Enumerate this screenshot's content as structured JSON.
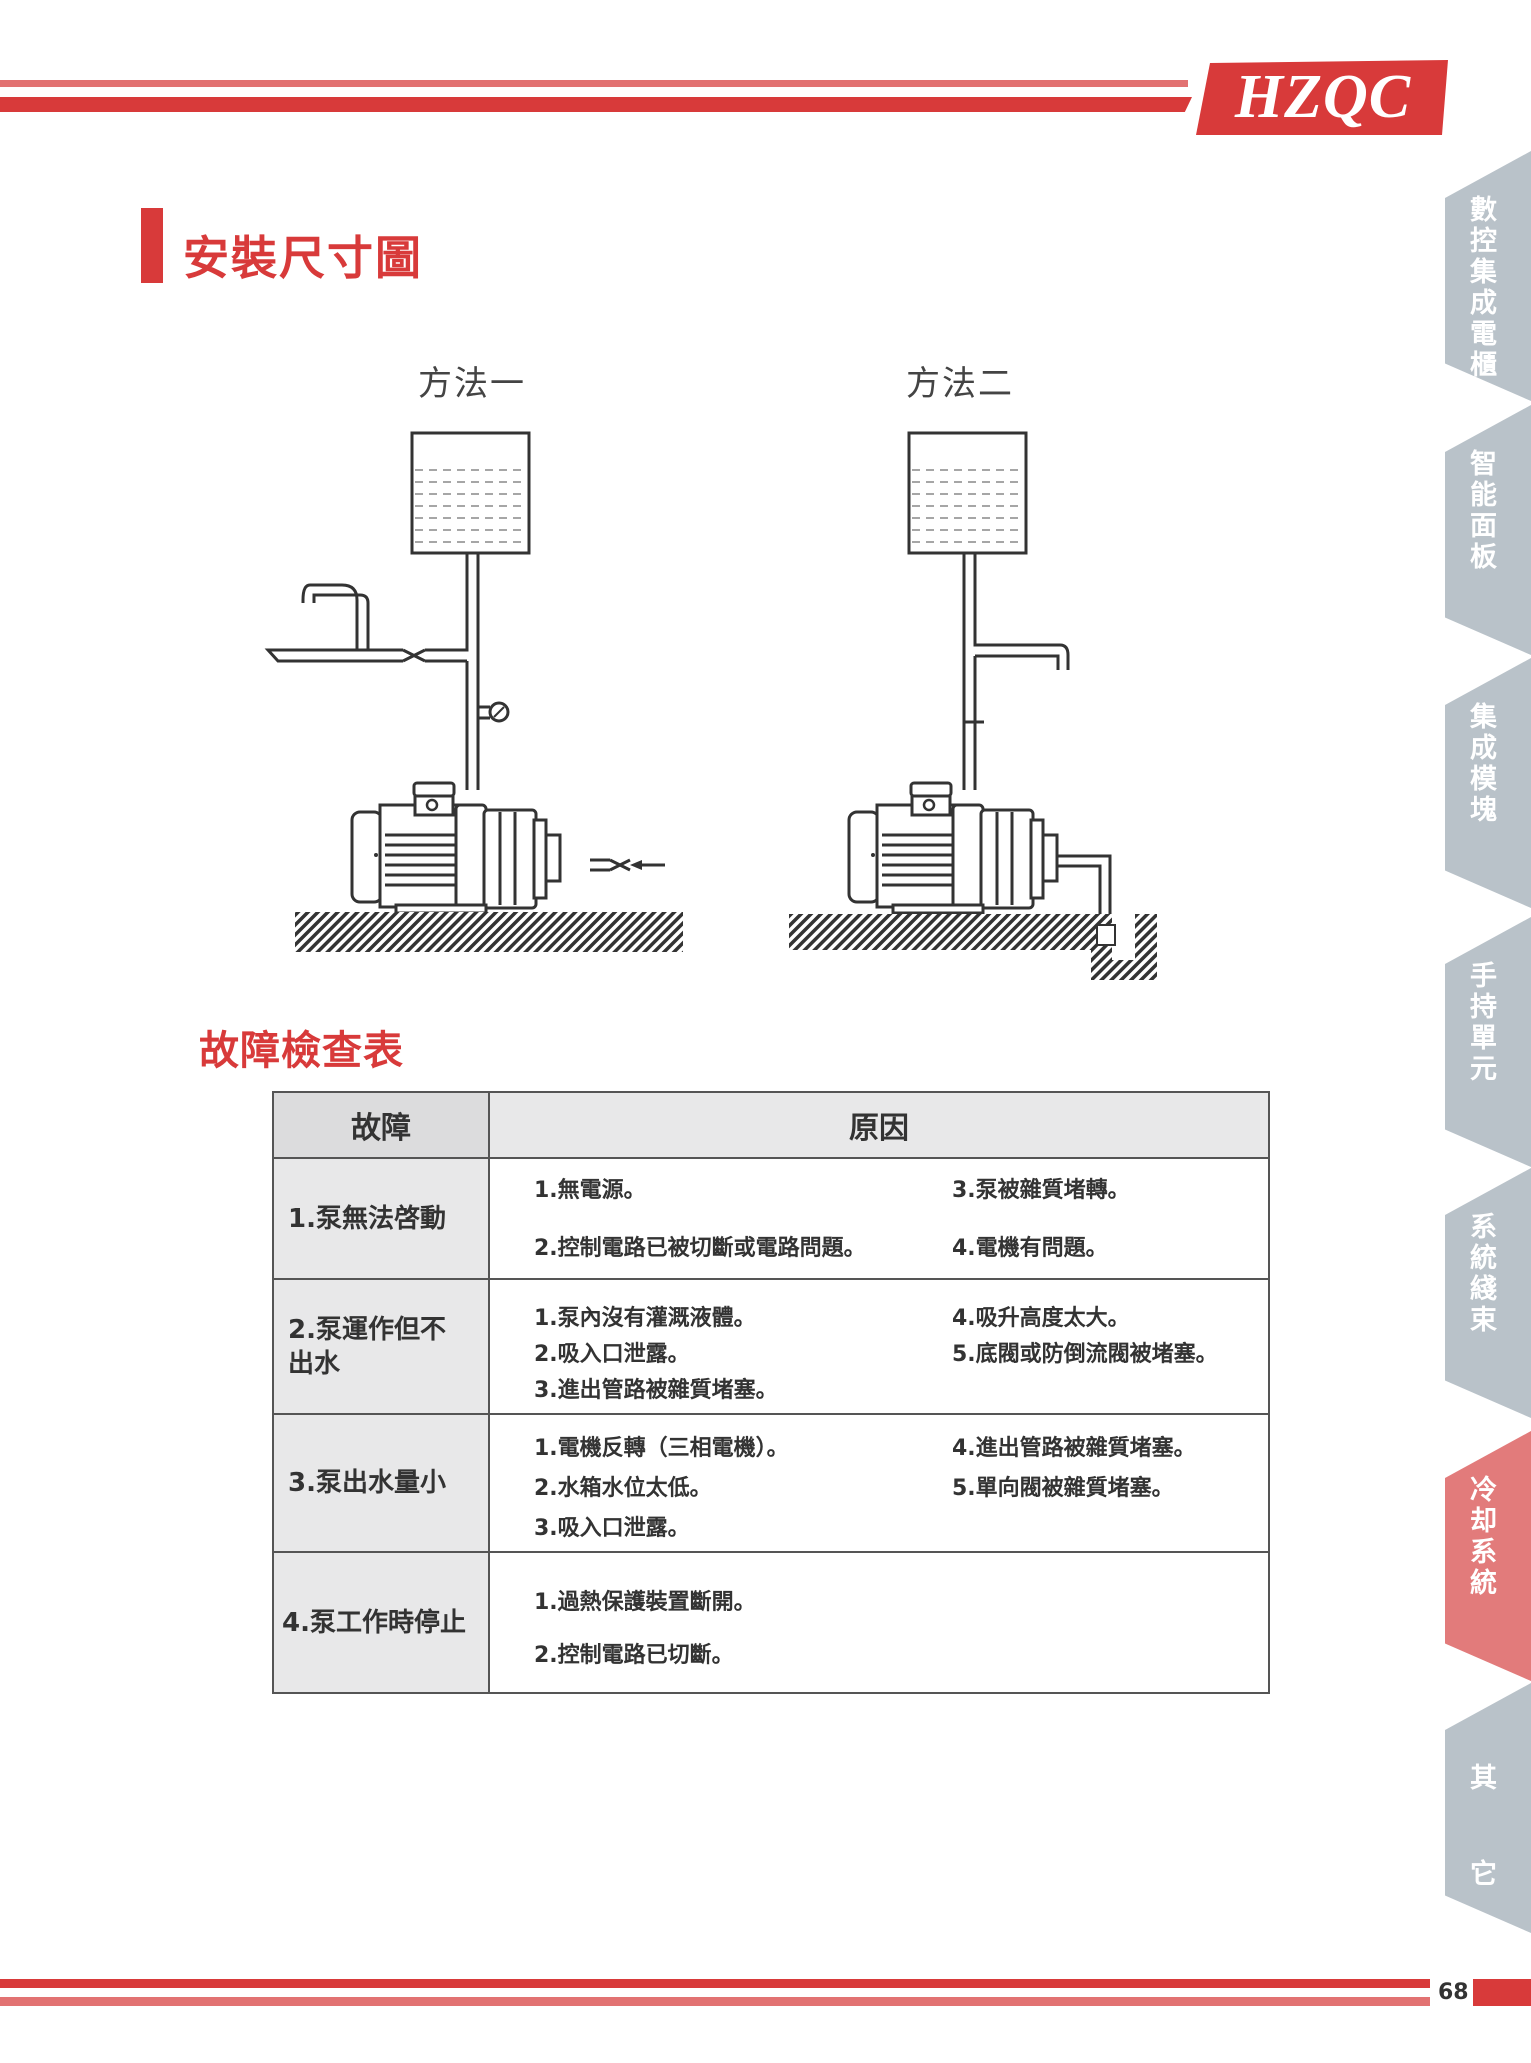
{
  "header": {
    "logo_text": "HZQC"
  },
  "section_title": "安裝尺寸圖",
  "diagrams": {
    "method1": "方法一",
    "method2": "方法二"
  },
  "table_title": "故障檢查表",
  "table": {
    "headers": [
      "故障",
      "原因"
    ],
    "rows": [
      {
        "fault": "1.泵無法啓動",
        "causes_left": [
          "1.無電源。",
          "2.控制電路已被切斷或電路問題。"
        ],
        "causes_right": [
          "3.泵被雜質堵轉。",
          "4.電機有問題。"
        ]
      },
      {
        "fault": "2.泵運作但不出水",
        "causes_left": [
          "1.泵內沒有灌溉液體。",
          "2.吸入口泄露。",
          "3.進出管路被雜質堵塞。"
        ],
        "causes_right": [
          "4.吸升高度太大。",
          "5.底閥或防倒流閥被堵塞。"
        ]
      },
      {
        "fault": "3.泵出水量小",
        "causes_left": [
          "1.電機反轉（三相電機）。",
          "2.水箱水位太低。",
          "3.吸入口泄露。"
        ],
        "causes_right": [
          "4.進出管路被雜質堵塞。",
          "5.單向閥被雜質堵塞。"
        ]
      },
      {
        "fault": "4.泵工作時停止",
        "causes_left": [
          "1.過熱保護裝置斷開。",
          "2.控制電路已切斷。"
        ],
        "causes_right": []
      }
    ]
  },
  "side_tabs": [
    {
      "label": "數控集成電櫃",
      "active": false
    },
    {
      "label": "智能面板",
      "active": false
    },
    {
      "label": "集成模塊",
      "active": false
    },
    {
      "label": "手持單元",
      "active": false
    },
    {
      "label": "系統綫束",
      "active": false
    },
    {
      "label": "冷却系統",
      "active": true
    },
    {
      "label": "其 它",
      "active": false
    }
  ],
  "page_number": "68",
  "colors": {
    "brand_red": "#d83a3a",
    "light_red": "#e27272",
    "tab_gray": "#b9c2c9",
    "tab_active": "#e27b7b"
  }
}
